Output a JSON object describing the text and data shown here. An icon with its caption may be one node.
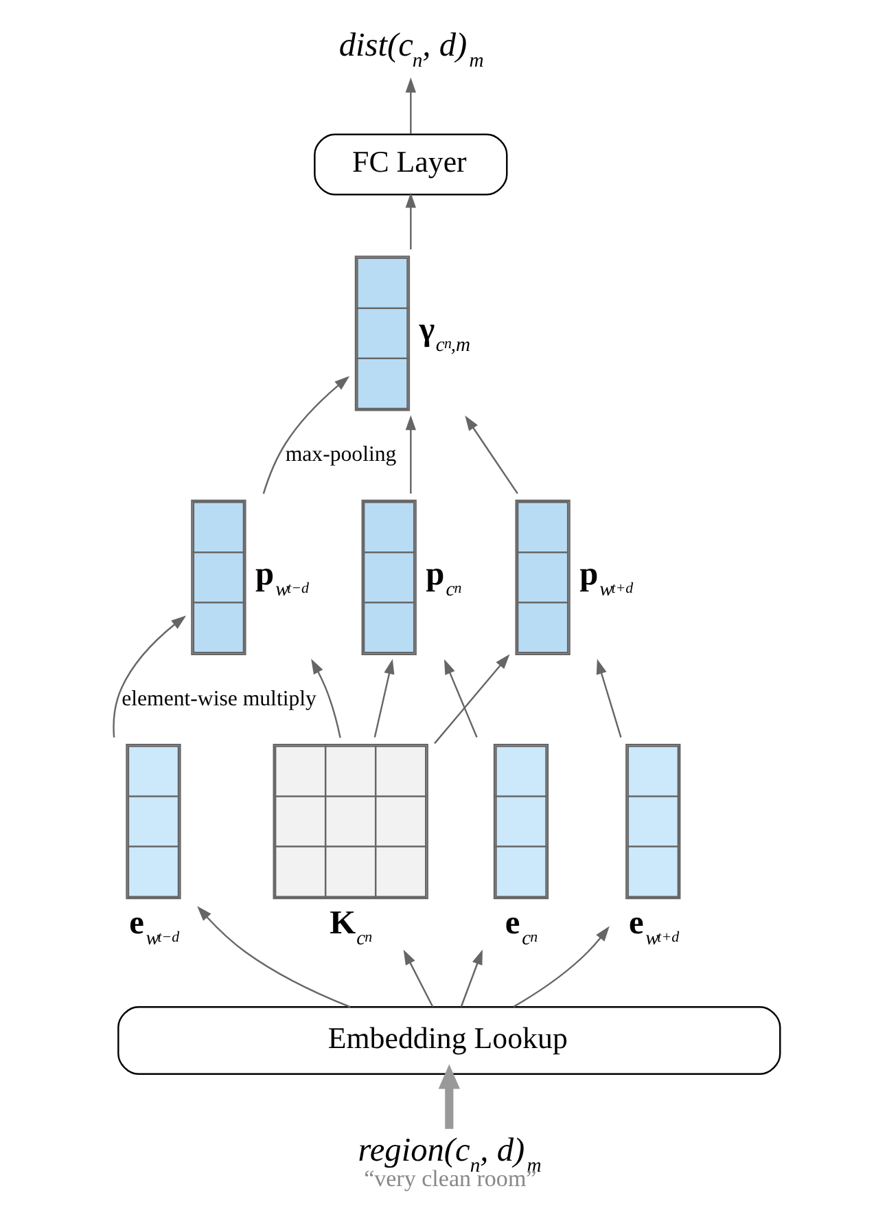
{
  "diagram": {
    "nodes": [
      {
        "text": [
          "dist(c$_{n}$, d)$_{m}$"
        ]
      },
      {
        "text": [
          "FC Layer"
        ]
      },
      {
        "text": [],
        "shape": "bar",
        "beside": [
          "**γ**$_{c}$$_{n}$$_{,m}$"
        ]
      },
      {
        "text": [],
        "shape": "bar",
        "beside": [
          "**p**$_{w}$$_{t−d}$"
        ]
      },
      {
        "text": [],
        "shape": "bar",
        "beside": [
          "**p**$_{c}$$_{n}$"
        ]
      },
      {
        "text": [],
        "shape": "bar",
        "beside": [
          "**p**$_{w}$$_{t+d}$"
        ]
      },
      {
        "text": [],
        "shape": "bar",
        "beside": [
          "**e**$_{w}$$_{t−d}$"
        ]
      },
      {
        "text": [],
        "shape": "box",
        "beside": [
          "**K**$_{c}$$_{n}$"
        ]
      },
      {
        "text": [],
        "shape": "bar",
        "beside": [
          "**e**$_{c}$$_{n}$"
        ]
      },
      {
        "text": [],
        "shape": "bar",
        "beside": [
          "**e**$_{w}$$_{t+d}$"
        ]
      },
      {
        "text": [
          "Embedding Lookup"
        ]
      },
      {
        "text": [
          "region(c$_{n}$, d)$_{m}$",
          "“very clean room”"
        ]
      }
    ],
    "edges": [
      {
        "from": 1,
        "to": 0,
        "arrow": "to"
      },
      {
        "from": 2,
        "to": 1,
        "arrow": "to"
      },
      {
        "from": 3,
        "to": 2,
        "arrow": "to",
        "label": "max-pooling"
      },
      {
        "from": 4,
        "to": 2,
        "arrow": "to"
      },
      {
        "from": 5,
        "to": 2,
        "arrow": "to"
      },
      {
        "from": 6,
        "to": 3,
        "arrow": "to",
        "label": "element-wise multiply"
      },
      {
        "from": 7,
        "to": 3,
        "arrow": "to"
      },
      {
        "from": 7,
        "to": 4,
        "arrow": "to"
      },
      {
        "from": 8,
        "to": 4,
        "arrow": "to"
      },
      {
        "from": 7,
        "to": 5,
        "arrow": "to"
      },
      {
        "from": 9,
        "to": 5,
        "arrow": "to"
      },
      {
        "from": 10,
        "to": 6,
        "arrow": "to"
      },
      {
        "from": 10,
        "to": 7,
        "arrow": "to"
      },
      {
        "from": 10,
        "to": 8,
        "arrow": "to"
      },
      {
        "from": 10,
        "to": 9,
        "arrow": "to"
      },
      {
        "from": 11,
        "to": 10,
        "arrow": "to",
        "style": "thick",
        "color": "#999999"
      }
    ]
  }
}
